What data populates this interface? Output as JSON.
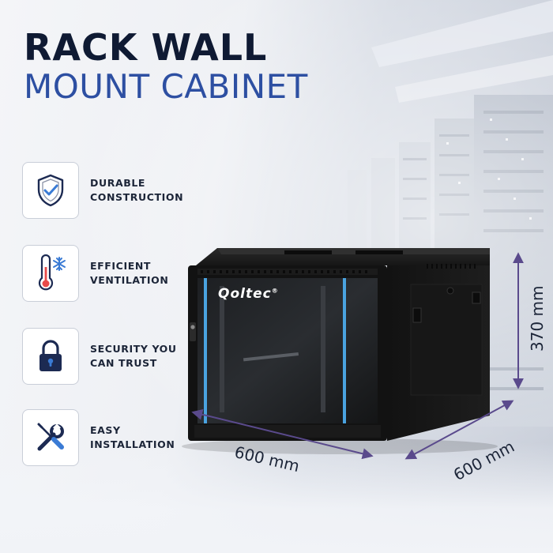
{
  "headline": {
    "line1": "RACK WALL",
    "line2": "MOUNT CABINET"
  },
  "features": [
    {
      "label": "DURABLE\nCONSTRUCTION",
      "icon": "shield-check-icon"
    },
    {
      "label": "EFFICIENT\nVENTILATION",
      "icon": "thermometer-snowflake-icon"
    },
    {
      "label": "SECURITY YOU\nCAN TRUST",
      "icon": "padlock-icon"
    },
    {
      "label": "EASY\nINSTALLATION",
      "icon": "wrench-screwdriver-icon"
    }
  ],
  "product": {
    "brand": "Qoltec",
    "brand_mark": "®"
  },
  "dimensions": {
    "width": "600 mm",
    "depth": "600 mm",
    "height": "370 mm"
  },
  "colors": {
    "navy": "#0f1a33",
    "blue": "#2d4fa2",
    "accent_purple": "#5a4a8c",
    "cabinet_black": "#141414",
    "led_blue": "#4aa3e0"
  }
}
